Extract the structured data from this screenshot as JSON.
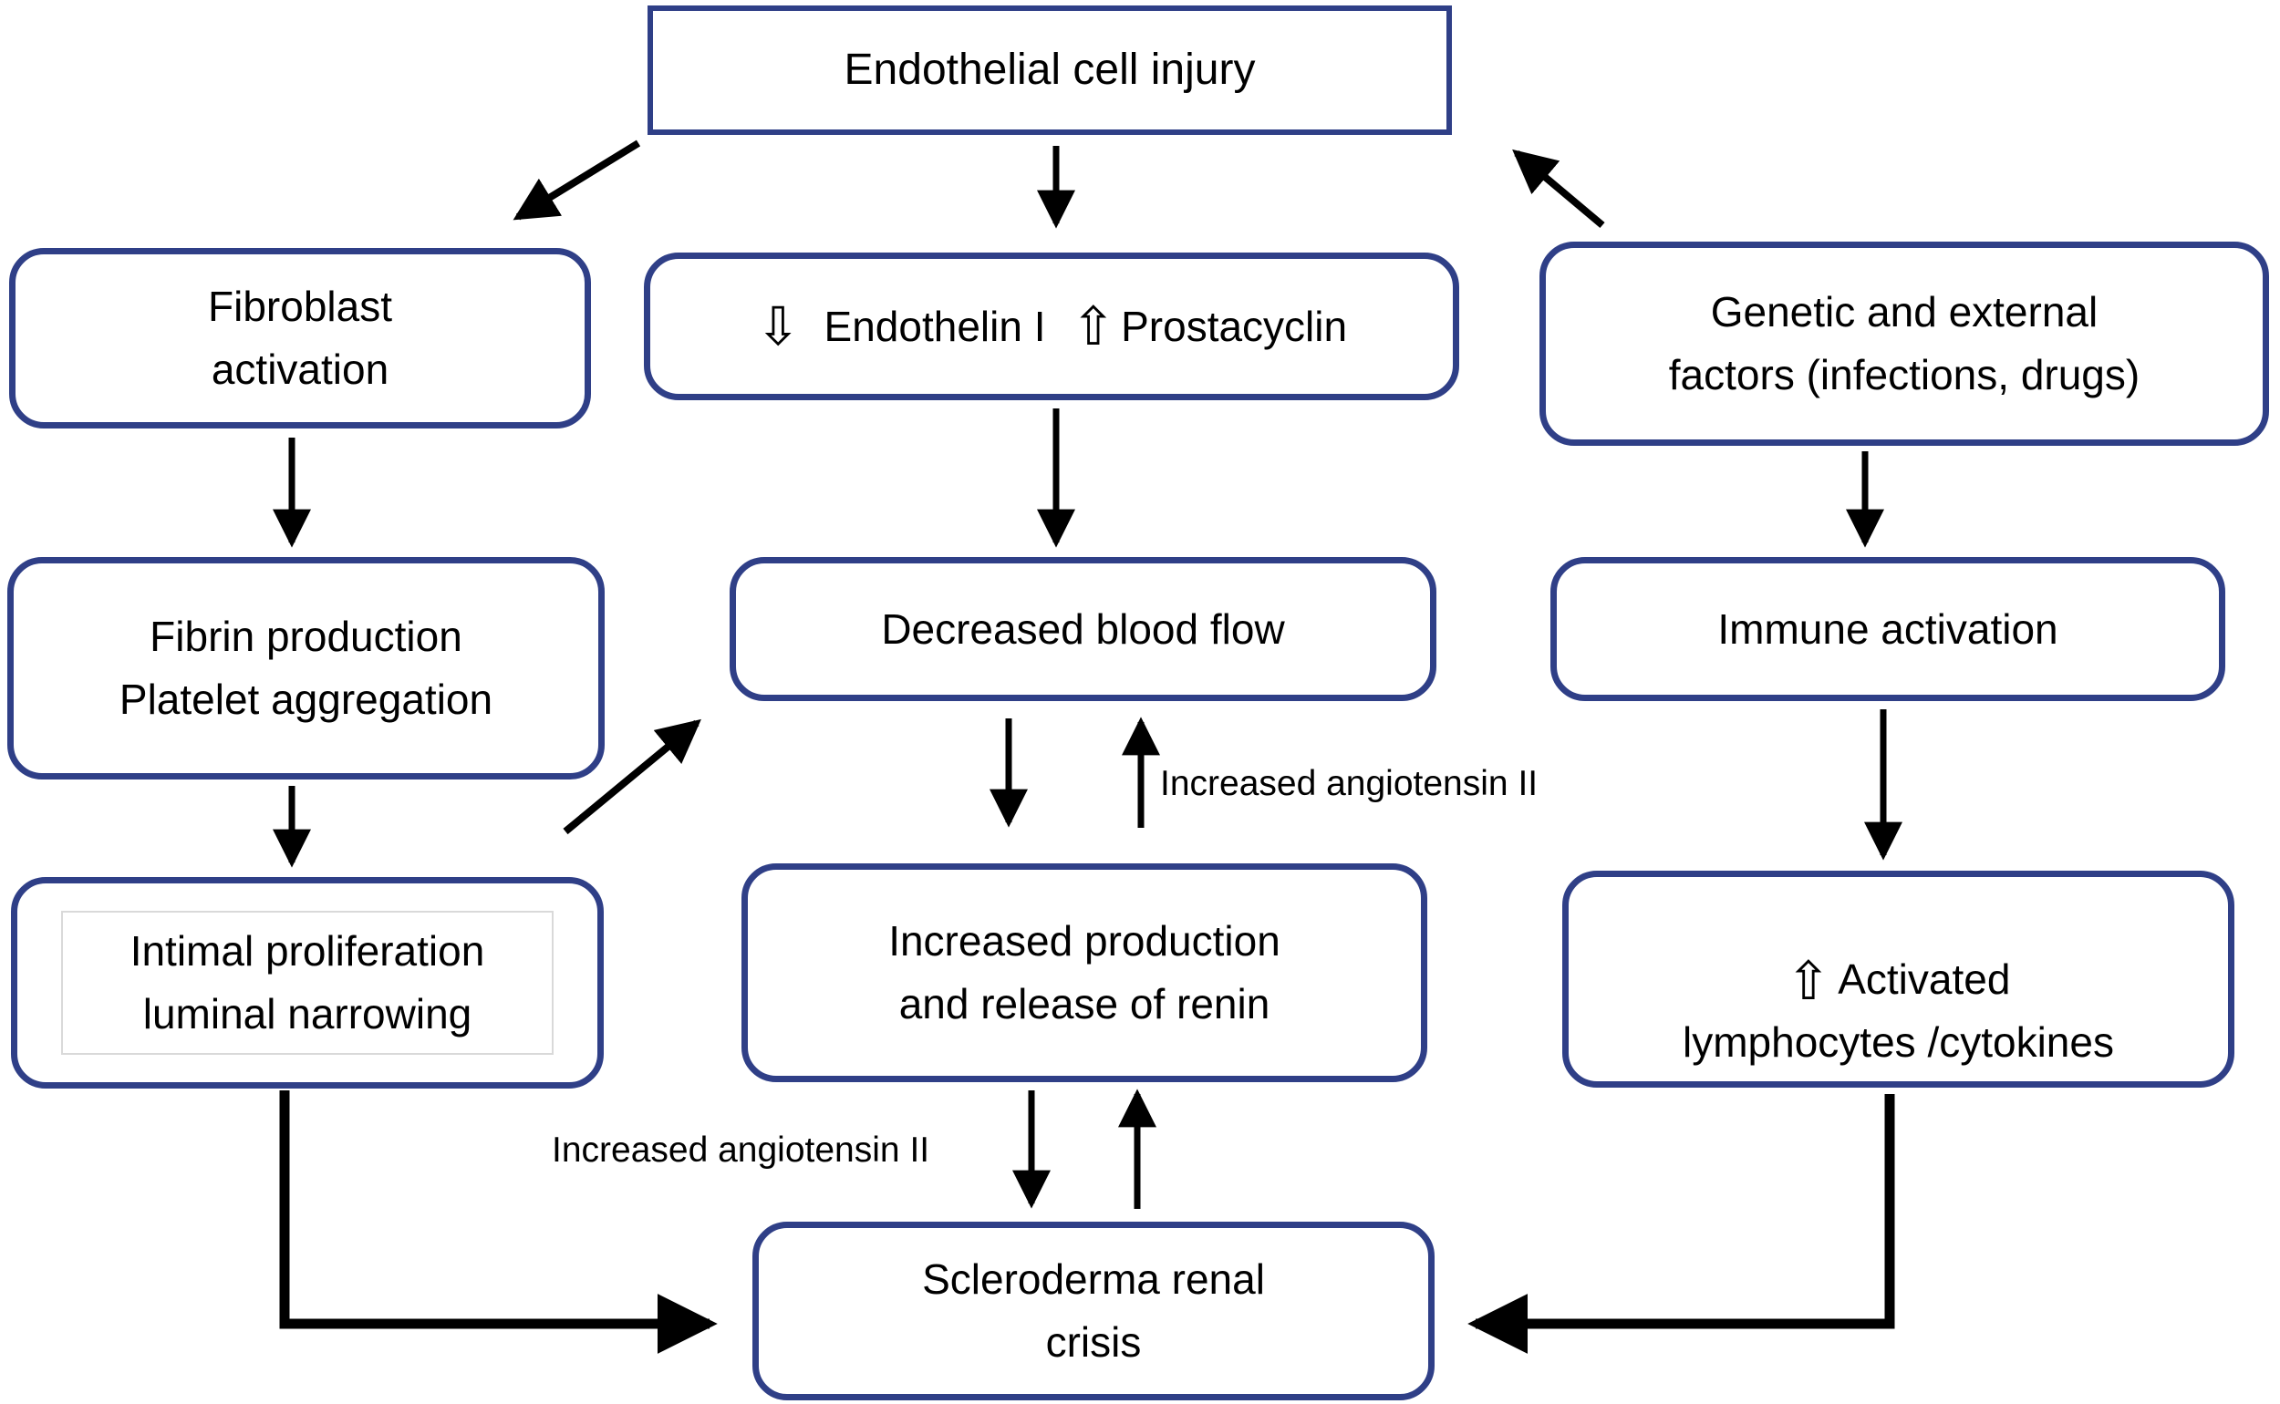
{
  "colors": {
    "box_border": "#2f3f87",
    "arrow": "#000000",
    "inner_outline": "#d9d9d9"
  },
  "nodes": {
    "endothelial_injury": {
      "text": "Endothelial cell injury"
    },
    "fibroblast_activation": {
      "text": "Fibroblast\nactivation"
    },
    "endothelin_prostacyclin": {
      "down_glyph": "⇩",
      "part1": "Endothelin I",
      "up_glyph": "⇧",
      "part2": "Prostacyclin"
    },
    "genetic_factors": {
      "text": "Genetic and external\nfactors (infections, drugs)"
    },
    "fibrin_platelet": {
      "text": "Fibrin production\nPlatelet aggregation"
    },
    "decreased_blood_flow": {
      "text": "Decreased blood flow"
    },
    "immune_activation": {
      "text": "Immune activation"
    },
    "intimal_proliferation": {
      "text": "Intimal proliferation\nluminal narrowing"
    },
    "renin_release": {
      "text": "Increased production\nand release of renin"
    },
    "activated_lymphocytes": {
      "up_glyph": "⇧",
      "text": "Activated\nlymphocytes /cytokines"
    },
    "scleroderma_renal_crisis": {
      "text": "Scleroderma renal\ncrisis"
    }
  },
  "labels": {
    "angiotensin_upper": "Increased angiotensin II",
    "angiotensin_lower": "Increased angiotensin II"
  }
}
